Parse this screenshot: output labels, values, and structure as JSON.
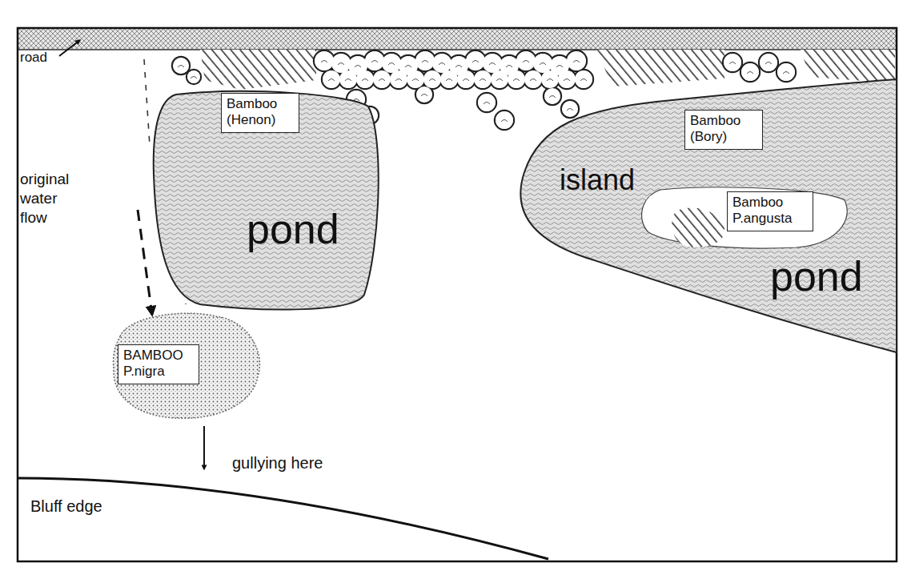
{
  "diagram": {
    "nodes": [
      {
        "text": [
          "pond"
        ]
      },
      {
        "text": [
          "Bamboo (Henon)"
        ],
        "in": 0
      },
      {
        "text": [
          "pond"
        ]
      },
      {
        "text": [
          "Bamboo (Bory)"
        ],
        "in": 2
      },
      {
        "text": [
          "island"
        ],
        "in": 2
      },
      {
        "text": [
          "Bamboo P.angusta"
        ],
        "in": 4
      },
      {
        "text": [
          "BAMBOO P.nigra"
        ]
      }
    ],
    "labels": [
      "road",
      "original water flow",
      "gullying here",
      "Bluff edge"
    ]
  }
}
